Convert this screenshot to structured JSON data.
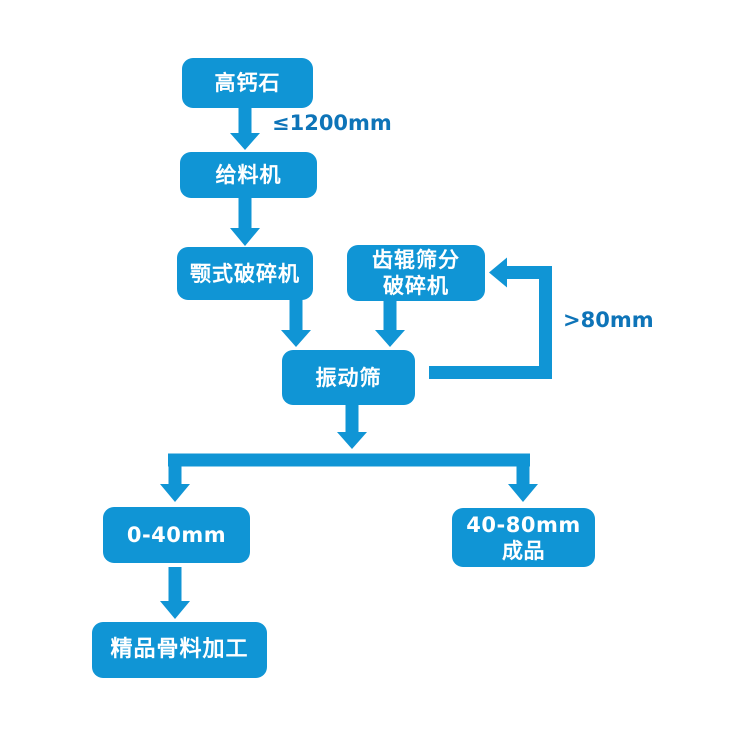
{
  "diagram": {
    "nodes": {
      "source": {
        "label": "高钙石"
      },
      "feeder": {
        "label": "给料机"
      },
      "jaw_crusher": {
        "label": "颚式破碎机"
      },
      "roller_crusher": {
        "line1": "齿辊筛分",
        "line2": "破碎机"
      },
      "vibrating_screen": {
        "label": "振动筛"
      },
      "product_0_40": {
        "label": "0-40mm"
      },
      "product_40_80": {
        "line1": "40-80mm",
        "line2": "成品"
      },
      "aggregate_processing": {
        "label": "精品骨料加工"
      }
    },
    "edge_labels": {
      "feed_size": "≤1200mm",
      "oversize_return": ">80mm"
    }
  },
  "colors": {
    "node_fill": "#1095d5",
    "node_text": "#ffffff",
    "arrow": "#1095d5",
    "edge_label_text": "#0e74b8",
    "background": "#ffffff"
  }
}
